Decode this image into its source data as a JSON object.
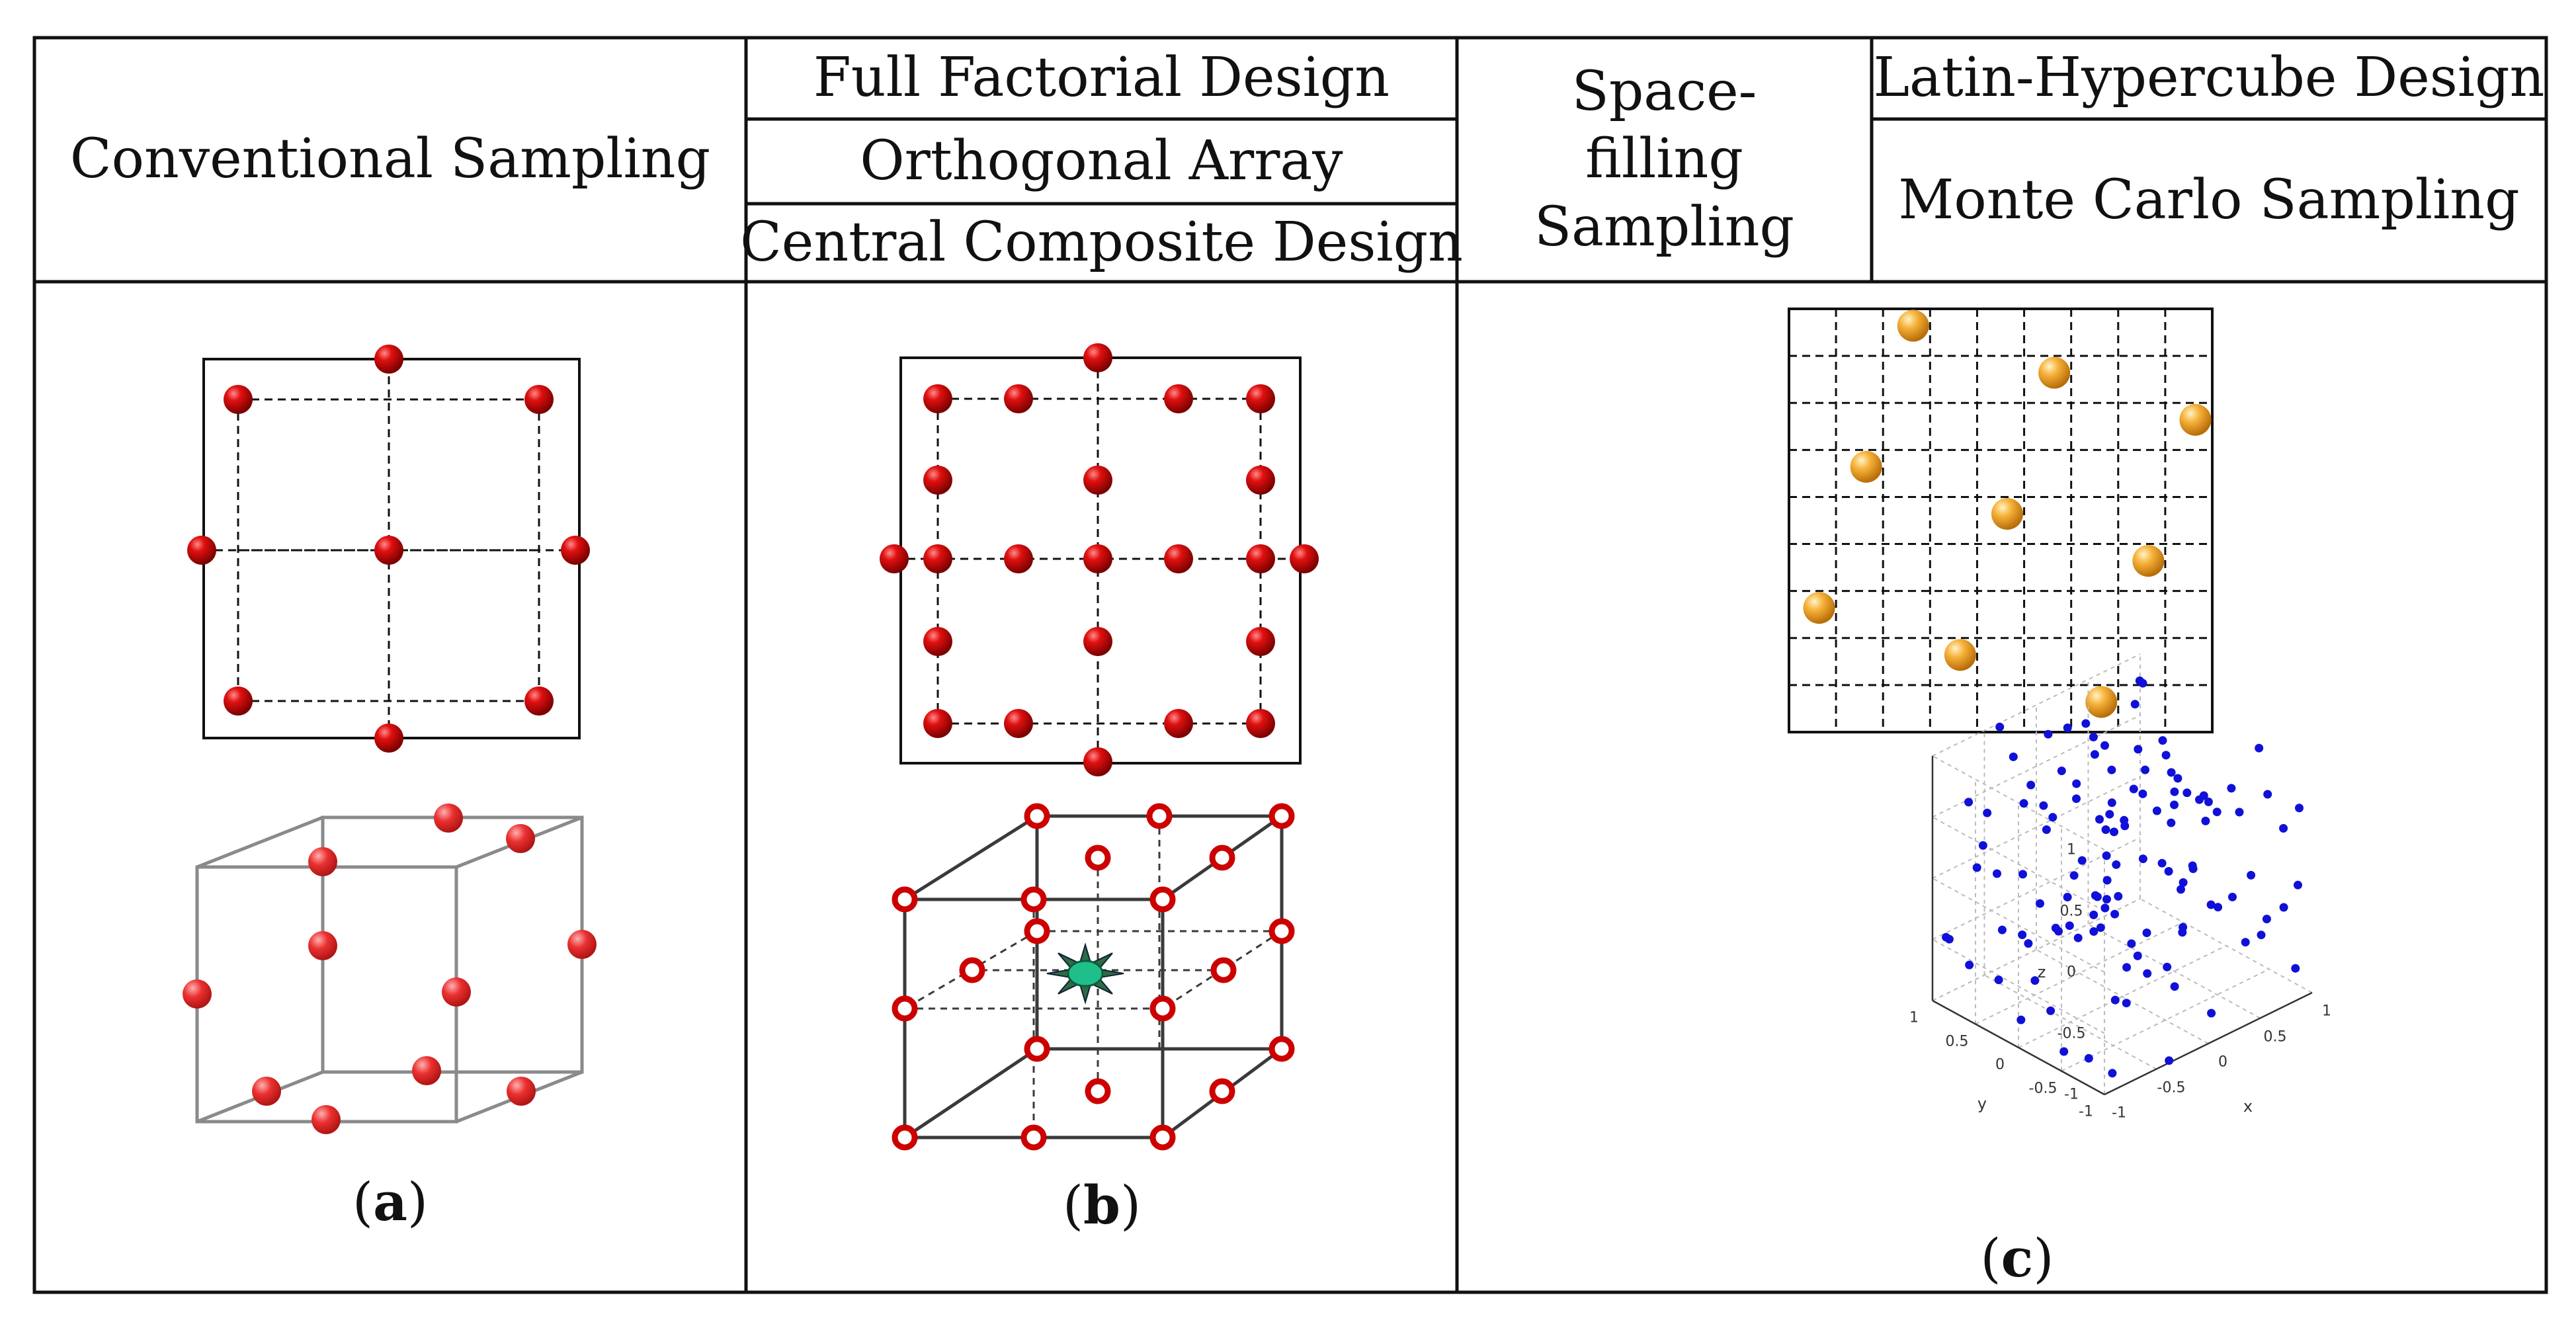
{
  "header": {
    "conventional": "Conventional Sampling",
    "full_factorial": "Full Factorial Design",
    "orthogonal": "Orthogonal Array",
    "central_composite": "Central Composite Design",
    "space_filling": "Space-filling Sampling",
    "latin_hypercube": "Latin-Hypercube Design",
    "monte_carlo": "Monte Carlo Sampling"
  },
  "captions": {
    "a": "a",
    "b": "b",
    "c": "c"
  },
  "scatter3d": {
    "z_ticks": [
      "1",
      "0.5",
      "0",
      "-0.5",
      "-1"
    ],
    "y_ticks": [
      "1",
      "0.5",
      "0",
      "-0.5",
      "-1"
    ],
    "x_ticks": [
      "-1",
      "-0.5",
      "0",
      "0.5",
      "1"
    ],
    "z_label": "z",
    "y_label": "y",
    "x_label": "x",
    "point_color": "#1010d8"
  },
  "colors": {
    "red_sphere": "#d40000",
    "orange_sphere": "#f2a21d",
    "green_star": "#1fbf8a"
  }
}
